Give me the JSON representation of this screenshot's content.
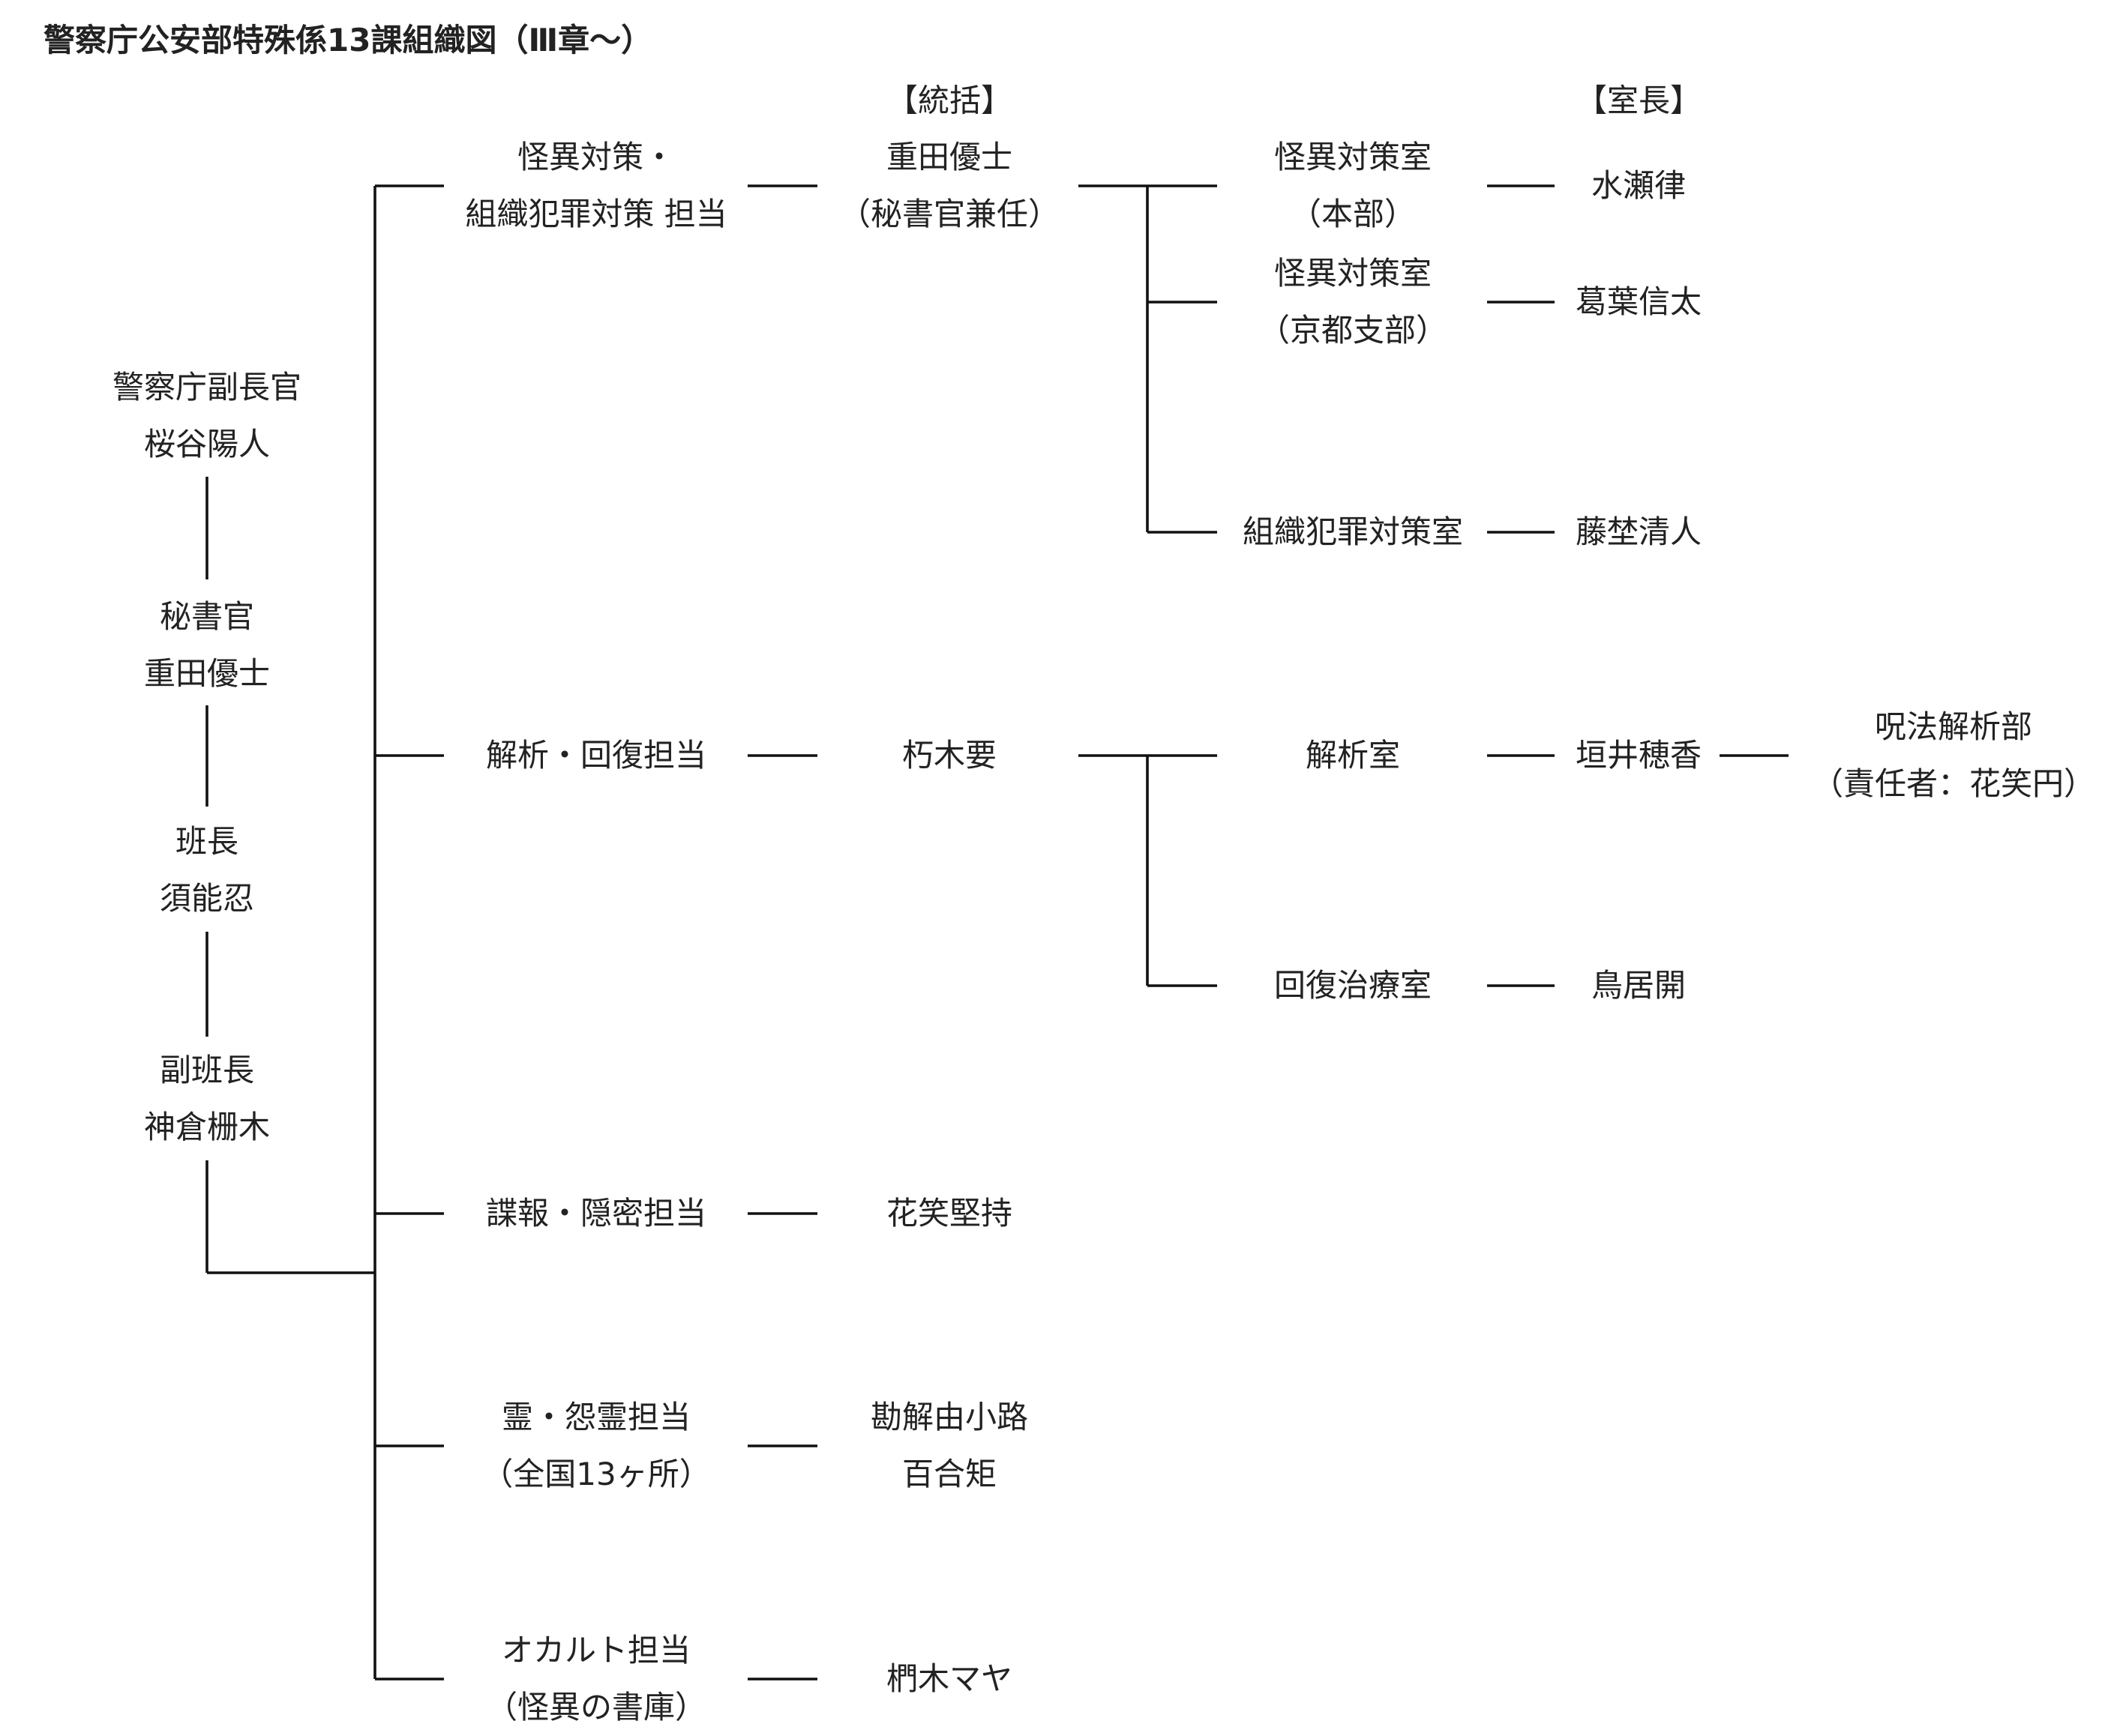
{
  "title": "警察庁公安部特殊係13課組織図（Ⅲ章〜）",
  "column_headers": {
    "supervisor": "【統括】",
    "chief": "【室長】"
  },
  "leadership": [
    {
      "role": "警察庁副長官",
      "name": "桜谷陽人"
    },
    {
      "role": "秘書官",
      "name": "重田優士"
    },
    {
      "role": "班長",
      "name": "須能忍"
    },
    {
      "role": "副班長",
      "name": "神倉栅木"
    }
  ],
  "departments": {
    "kaii_soshiki": {
      "line1": "怪異対策・",
      "line2": "組織犯罪対策 担当",
      "head1": "重田優士",
      "head2": "（秘書官兼任）"
    },
    "kaiseki_kaifuku": {
      "line1": "解析・回復担当",
      "head1": "朽木要"
    },
    "chouhou_onmitsu": {
      "line1": "諜報・隠密担当",
      "head1": "花笑堅持"
    },
    "rei_onryou": {
      "line1": "霊・怨霊担当",
      "line2": "（全国13ヶ所）",
      "head1": "勘解由小路",
      "head2": "百合矩"
    },
    "occult": {
      "line1": "オカルト担当",
      "line2": "（怪異の書庫）",
      "head1": "椚木マヤ"
    }
  },
  "rooms": {
    "kaii_honbu": {
      "line1": "怪異対策室",
      "line2": "（本部）",
      "chief": "水瀬律"
    },
    "kaii_kyoto": {
      "line1": "怪異対策室",
      "line2": "（京都支部）",
      "chief": "葛葉信太"
    },
    "soshiki": {
      "line1": "組織犯罪対策室",
      "chief": "藤埜清人"
    },
    "kaiseki": {
      "line1": "解析室",
      "chief": "垣井穂香"
    },
    "kaifuku": {
      "line1": "回復治療室",
      "chief": "鳥居開"
    }
  },
  "sub_unit": {
    "line1": "呪法解析部",
    "line2": "（責任者：花笑円）"
  }
}
